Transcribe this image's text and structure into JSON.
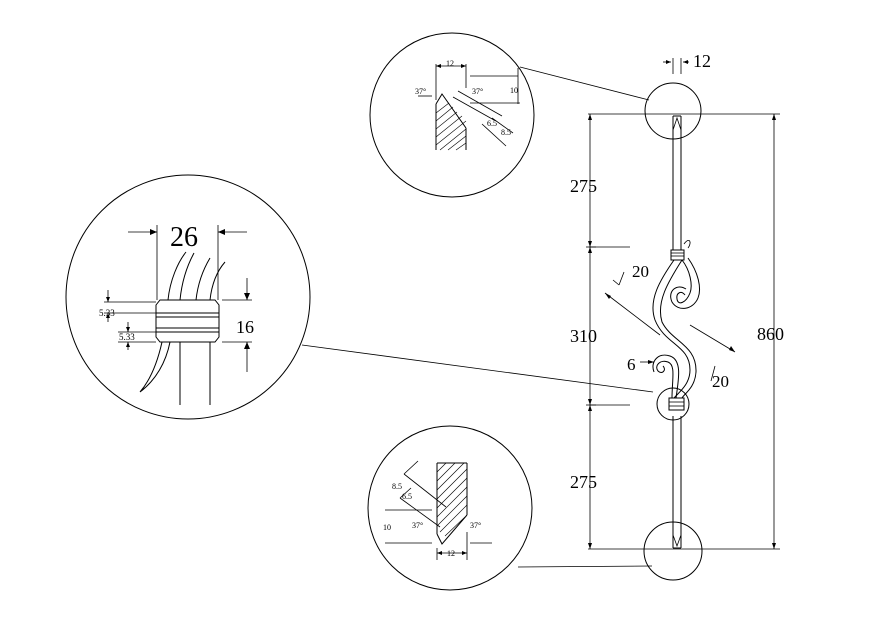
{
  "drawing": {
    "overall": {
      "height": "860",
      "top_width": "12"
    },
    "segments": {
      "top": "275",
      "middle": "310",
      "bottom": "275"
    },
    "scroll_dims": {
      "upper_20": "20",
      "lower_20": "20",
      "coil_6": "6"
    },
    "collar_detail": {
      "width": "26",
      "height": "16",
      "groove_top": "5.33",
      "groove_bottom": "5.33"
    },
    "top_detail": {
      "width": "12",
      "angle_left": "37°",
      "angle_right": "37°",
      "dim_10": "10",
      "dim_6_5": "6.5",
      "dim_8_5": "8.5"
    },
    "bottom_detail": {
      "width": "12",
      "angle_left": "37°",
      "angle_right": "37°",
      "dim_10": "10",
      "dim_6_5": "6.5",
      "dim_8_5": "8.5"
    }
  }
}
